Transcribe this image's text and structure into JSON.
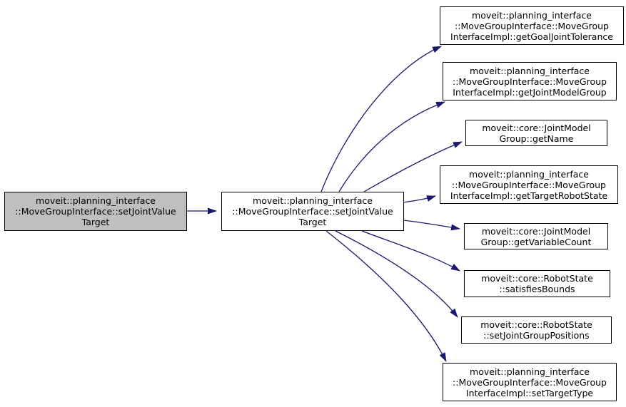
{
  "diagram": {
    "kind": "doxygen-call-graph",
    "colors": {
      "edge": "#191970",
      "border": "#000000",
      "highlight_fill": "#bfbfbf",
      "node_fill": "#ffffff",
      "background": "#ffffff",
      "text": "#000000"
    },
    "nodes": [
      {
        "id": "src",
        "highlighted": true,
        "lines": [
          "moveit::planning_interface",
          "::MoveGroupInterface::setJointValue",
          "Target"
        ]
      },
      {
        "id": "mid",
        "highlighted": false,
        "lines": [
          "moveit::planning_interface",
          "::MoveGroupInterface::setJointValue",
          "Target"
        ]
      },
      {
        "id": "n1",
        "highlighted": false,
        "lines": [
          "moveit::planning_interface",
          "::MoveGroupInterface::MoveGroup",
          "InterfaceImpl::getGoalJointTolerance"
        ]
      },
      {
        "id": "n2",
        "highlighted": false,
        "lines": [
          "moveit::planning_interface",
          "::MoveGroupInterface::MoveGroup",
          "InterfaceImpl::getJointModelGroup"
        ]
      },
      {
        "id": "n3",
        "highlighted": false,
        "lines": [
          "moveit::core::JointModel",
          "Group::getName"
        ]
      },
      {
        "id": "n4",
        "highlighted": false,
        "lines": [
          "moveit::planning_interface",
          "::MoveGroupInterface::MoveGroup",
          "InterfaceImpl::getTargetRobotState"
        ]
      },
      {
        "id": "n5",
        "highlighted": false,
        "lines": [
          "moveit::core::JointModel",
          "Group::getVariableCount"
        ]
      },
      {
        "id": "n6",
        "highlighted": false,
        "lines": [
          "moveit::core::RobotState",
          "::satisfiesBounds"
        ]
      },
      {
        "id": "n7",
        "highlighted": false,
        "lines": [
          "moveit::core::RobotState",
          "::setJointGroupPositions"
        ]
      },
      {
        "id": "n8",
        "highlighted": false,
        "lines": [
          "moveit::planning_interface",
          "::MoveGroupInterface::MoveGroup",
          "InterfaceImpl::setTargetType"
        ]
      }
    ],
    "edges": [
      {
        "from": "src",
        "to": "mid"
      },
      {
        "from": "mid",
        "to": "n1"
      },
      {
        "from": "mid",
        "to": "n2"
      },
      {
        "from": "mid",
        "to": "n3"
      },
      {
        "from": "mid",
        "to": "n4"
      },
      {
        "from": "mid",
        "to": "n5"
      },
      {
        "from": "mid",
        "to": "n6"
      },
      {
        "from": "mid",
        "to": "n7"
      },
      {
        "from": "mid",
        "to": "n8"
      }
    ]
  }
}
